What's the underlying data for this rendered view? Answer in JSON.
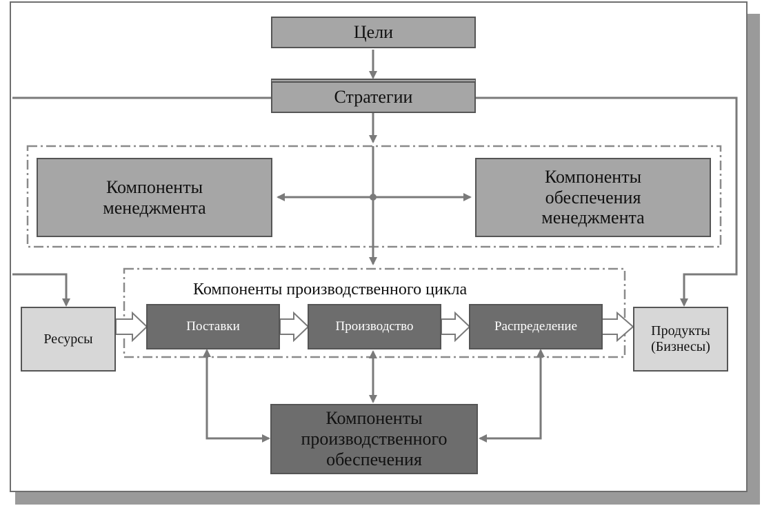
{
  "nodes": {
    "goals": "Цели",
    "strategies": "Стратегии",
    "management_components": "Компоненты\nменеджмента",
    "management_support_components": "Компоненты\nобеспечения\nменеджмента",
    "resources": "Ресурсы",
    "supply": "Поставки",
    "production": "Производство",
    "distribution": "Распределение",
    "products": "Продукты\n(Бизнесы)",
    "production_support_components": "Компоненты\nпроизводственного\nобеспечения"
  },
  "groups": {
    "production_cycle_label": "Компоненты производственного цикла"
  },
  "colors": {
    "light_fill": "#d7d7d7",
    "mid_fill": "#a6a6a6",
    "dark_fill": "#6d6d6d",
    "line": "#7a7a7a"
  }
}
